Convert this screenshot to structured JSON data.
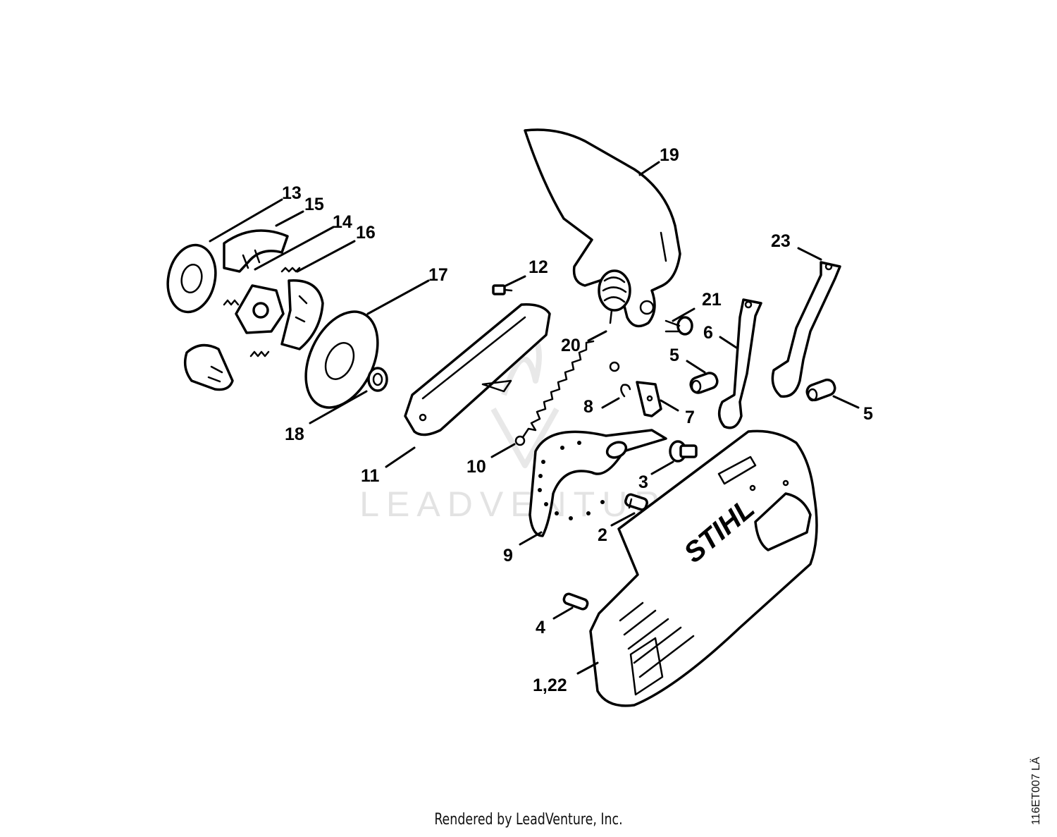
{
  "callouts": {
    "c1_22": "1,22",
    "c2": "2",
    "c3": "3",
    "c4": "4",
    "c5a": "5",
    "c5b": "5",
    "c6": "6",
    "c7": "7",
    "c8": "8",
    "c9": "9",
    "c10": "10",
    "c11": "11",
    "c12": "12",
    "c13": "13",
    "c14": "14",
    "c15": "15",
    "c16": "16",
    "c17": "17",
    "c18": "18",
    "c19": "19",
    "c20": "20",
    "c21": "21",
    "c23": "23"
  },
  "cover_brand": "STIHL",
  "watermark": {
    "text": "LEADVENTURE"
  },
  "drawing_code": "116ET007 LÄ",
  "footer": "Rendered by LeadVenture, Inc."
}
